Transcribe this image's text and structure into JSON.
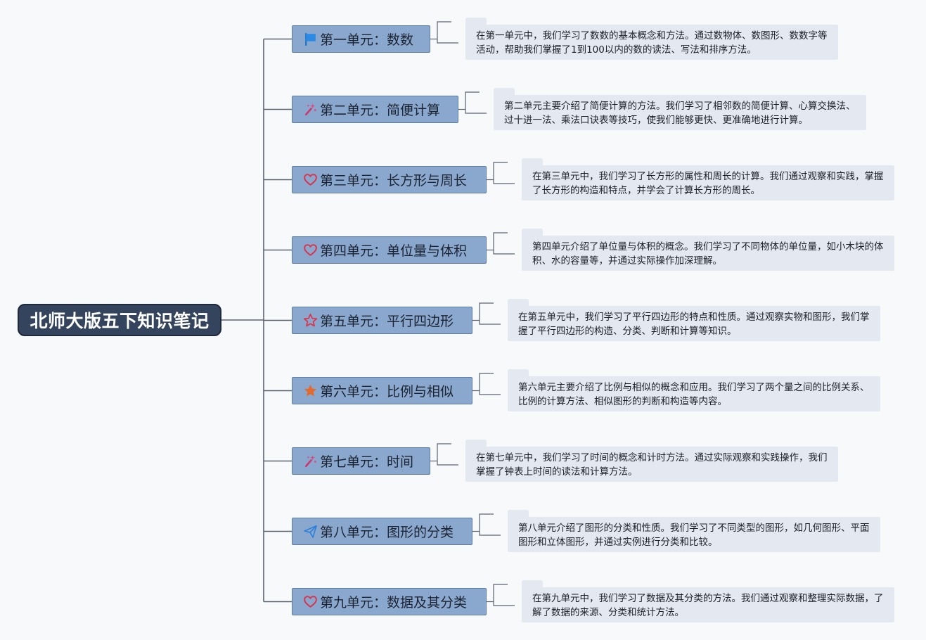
{
  "root": {
    "label": "北师大版五下知识笔记"
  },
  "colors": {
    "root_fill": "#34445d",
    "branch_fill": "#8aa7cd",
    "note_fill": "#e4e9f1",
    "line": "#5a6270"
  },
  "units": [
    {
      "icon": "flag-icon",
      "label": "第一单元：数数",
      "note": "在第一单元中，我们学习了数数的基本概念和方法。通过数物体、数图形、数数字等活动，帮助我们掌握了1到100以内的数的读法、写法和排序方法。"
    },
    {
      "icon": "wand-icon",
      "label": "第二单元：简便计算",
      "note": "第二单元主要介绍了简便计算的方法。我们学习了相邻数的简便计算、心算交换法、过十进一法、乘法口诀表等技巧，使我们能够更快、更准确地进行计算。"
    },
    {
      "icon": "heart-icon",
      "label": "第三单元：长方形与周长",
      "note": "在第三单元中，我们学习了长方形的属性和周长的计算。我们通过观察和实践，掌握了长方形的构造和特点，并学会了计算长方形的周长。"
    },
    {
      "icon": "heart-icon",
      "label": "第四单元：单位量与体积",
      "note": "第四单元介绍了单位量与体积的概念。我们学习了不同物体的单位量，如小木块的体积、水的容量等，并通过实际操作加深理解。"
    },
    {
      "icon": "star-outline-icon",
      "label": "第五单元：平行四边形",
      "note": "在第五单元中，我们学习了平行四边形的特点和性质。通过观察实物和图形，我们掌握了平行四边形的构造、分类、判断和计算等知识。"
    },
    {
      "icon": "star-filled-icon",
      "label": "第六单元：比例与相似",
      "note": "第六单元主要介绍了比例与相似的概念和应用。我们学习了两个量之间的比例关系、比例的计算方法、相似图形的判断和构造等内容。"
    },
    {
      "icon": "wand-icon",
      "label": "第七单元：时间",
      "note": "在第七单元中，我们学习了时间的概念和计时方法。通过实际观察和实践操作，我们掌握了钟表上时间的读法和计算方法。"
    },
    {
      "icon": "paper-plane-icon",
      "label": "第八单元：图形的分类",
      "note": "第八单元介绍了图形的分类和性质。我们学习了不同类型的图形，如几何图形、平面图形和立体图形，并通过实例进行分类和比较。"
    },
    {
      "icon": "heart-icon",
      "label": "第九单元：数据及其分类",
      "note": "在第九单元中，我们学习了数据及其分类的方法。我们通过观察和整理实际数据，了解了数据的来源、分类和统计方法。"
    }
  ]
}
